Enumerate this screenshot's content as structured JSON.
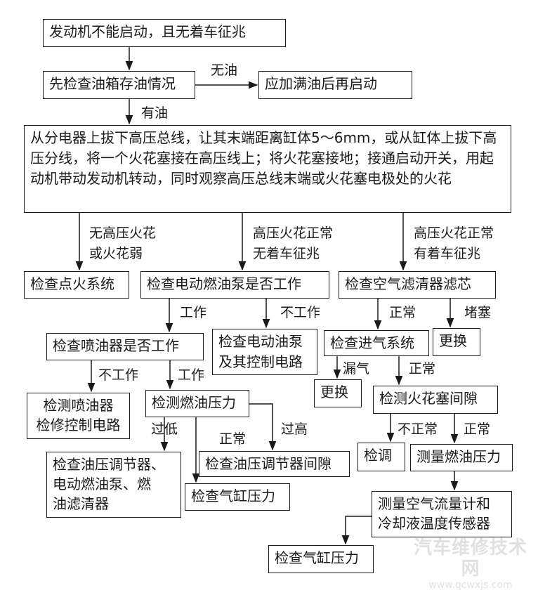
{
  "nodes": {
    "start": "发动机不能启动，且无着车征兆",
    "check_tank": "先检查油箱存油情况",
    "refill": "应加满油后再启动",
    "spark_test": "从分电器上拔下高压总线，让其末端距离缸体5～6mm，或从缸体上拔下高压分线，将一个火花塞接在高压线上；将火花塞接地；接通启动开关，用起动机带动发动机转动，同时观察高压总线末端或火花塞电极处的火花",
    "check_ignition": "检查点火系统",
    "check_pump": "检查电动燃油泵是否工作",
    "check_air_filter": "检查空气滤清器滤芯",
    "check_injector": "检查喷油器是否工作",
    "check_pump_circuit": "检查电动油泵\n及其控制电路",
    "check_intake": "检查进气系统",
    "replace_1": "更换",
    "test_injector": "检测喷油器\n检修控制电路",
    "test_fuel_pressure": "检测燃油压力",
    "replace_2": "更换",
    "test_plug_gap": "检测火花塞间隙",
    "check_regulator_combo": "检查油压调节器、\n电动燃油泵、燃\n油滤清器",
    "check_regulator_gap": "检查油压调节器间隙",
    "adjust": "检调",
    "measure_fuel_pressure": "测量燃油压力",
    "check_cyl_pressure_1": "检查气缸压力",
    "measure_airflow": "测量空气流量计和\n冷却液温度传感器",
    "check_cyl_pressure_2": "检查气缸压力"
  },
  "labels": {
    "no_oil": "无油",
    "has_oil": "有油",
    "no_spark": "无高压火花\n或火花弱",
    "spark_ok_no_start": "高压火花正常\n无着车征兆",
    "spark_ok_start": "高压火花正常\n有着车征兆",
    "works_1": "工作",
    "not_works_1": "不工作",
    "normal_1": "正常",
    "blocked": "堵塞",
    "not_works_2": "不工作",
    "works_2": "工作",
    "leak": "漏气",
    "normal_2": "正常",
    "too_low": "过低",
    "too_high": "过高",
    "normal_3": "正常",
    "abnormal": "不正常",
    "normal_4": "正常"
  },
  "watermark": {
    "line1": "汽车维修技术网",
    "line2": "www.qcwxjs.com"
  }
}
